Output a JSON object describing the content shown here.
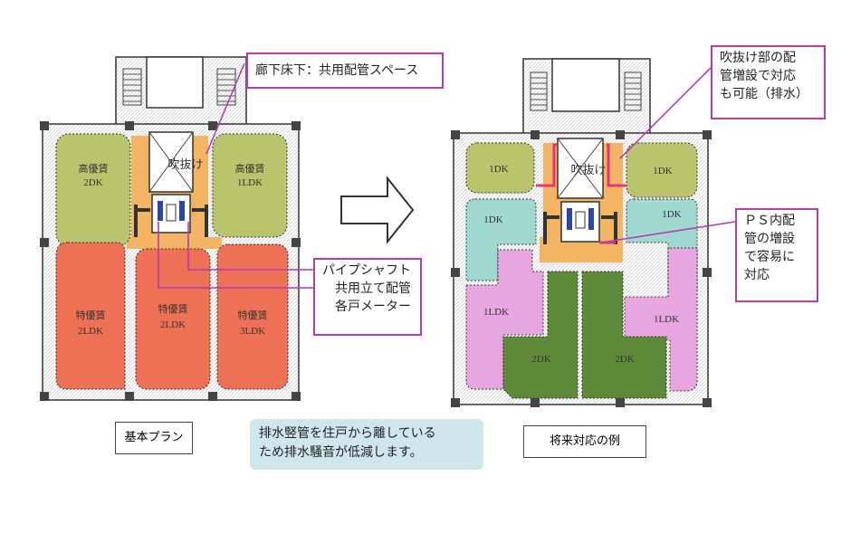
{
  "colors": {
    "orange": "#f3b463",
    "green": "#b9c46c",
    "red": "#ee7156",
    "teal": "#9ed8cf",
    "pink": "#e8a6e0",
    "dark_green": "#5f8a3a",
    "magenta": "#b23cb2",
    "pipe_red": "#e8337a"
  },
  "left_plan": {
    "rooms": [
      {
        "id": "ul",
        "grade": "高優賃",
        "type": "2DK"
      },
      {
        "id": "ur",
        "grade": "高優賃",
        "type": "1LDK"
      },
      {
        "id": "ll",
        "grade": "特優賃",
        "type": "2LDK"
      },
      {
        "id": "lm",
        "grade": "特優賃",
        "type": "2LDK"
      },
      {
        "id": "lr",
        "grade": "特優賃",
        "type": "3LDK"
      }
    ],
    "void_label": "吹抜け",
    "caption": "基本プラン"
  },
  "right_plan": {
    "rooms": [
      {
        "id": "ul",
        "type": "1DK"
      },
      {
        "id": "ur",
        "type": "1DK"
      },
      {
        "id": "ml",
        "type": "1DK"
      },
      {
        "id": "mr",
        "type": "1DK"
      },
      {
        "id": "ll",
        "type": "1LDK"
      },
      {
        "id": "lr",
        "type": "1LDK"
      },
      {
        "id": "bl",
        "type": "2DK"
      },
      {
        "id": "br",
        "type": "2DK"
      }
    ],
    "void_label": "吹抜け",
    "caption": "将来対応の例"
  },
  "callouts": {
    "corridor": "廊下床下：共用配管スペース",
    "pipe_shaft": [
      "パイプシャフト",
      "共用立て配管",
      "各戸メーター"
    ],
    "void_pipes": [
      "吹抜け部の配",
      "管増設で対応",
      "も可能（排水）"
    ],
    "ps_pipes": [
      "ＰＳ内配",
      "管の増設",
      "で容易に",
      "対応"
    ]
  },
  "note": [
    "排水竪管を住戸から離している",
    "ため排水騒音が低減します。"
  ]
}
